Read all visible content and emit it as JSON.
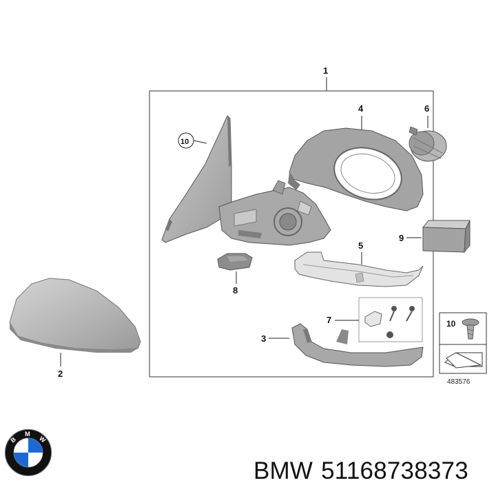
{
  "diagram": {
    "callouts": {
      "c1": "1",
      "c2": "2",
      "c3": "3",
      "c4": "4",
      "c5": "5",
      "c6": "6",
      "c7": "7",
      "c8": "8",
      "c9": "9",
      "c10": "10"
    },
    "legend_box": {
      "number": "10"
    },
    "reference_number": "483576"
  },
  "caption": {
    "brand": "BMW",
    "part_number": "51168738373"
  },
  "logo": {
    "letters": "BMW",
    "colors": {
      "blue": "#1c69d4",
      "black": "#111111",
      "white": "#ffffff"
    }
  },
  "colors": {
    "part_gray": "#b9b9b9",
    "part_dark": "#8f8f8f",
    "line": "#222222"
  }
}
